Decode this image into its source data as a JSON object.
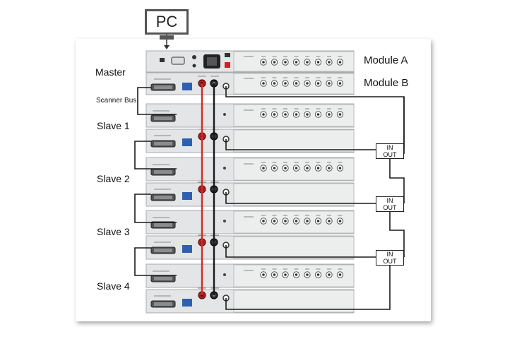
{
  "pc": {
    "label": "PC"
  },
  "labels": {
    "master": "Master",
    "module_a": "Module A",
    "module_b": "Module B",
    "scanner_bus": "Scanner Bus",
    "slave1": "Slave 1",
    "slave2": "Slave 2",
    "slave3": "Slave 3",
    "slave4": "Slave 4"
  },
  "connectors": [
    {
      "in": "IN",
      "out": "OUT"
    },
    {
      "in": "IN",
      "out": "OUT"
    },
    {
      "in": "IN",
      "out": "OUT"
    }
  ],
  "colors": {
    "red_cable": "#d42a2a",
    "black_cable": "#1a1a1a",
    "panel": "#e4e5e6",
    "panel_border": "#a9abad"
  }
}
